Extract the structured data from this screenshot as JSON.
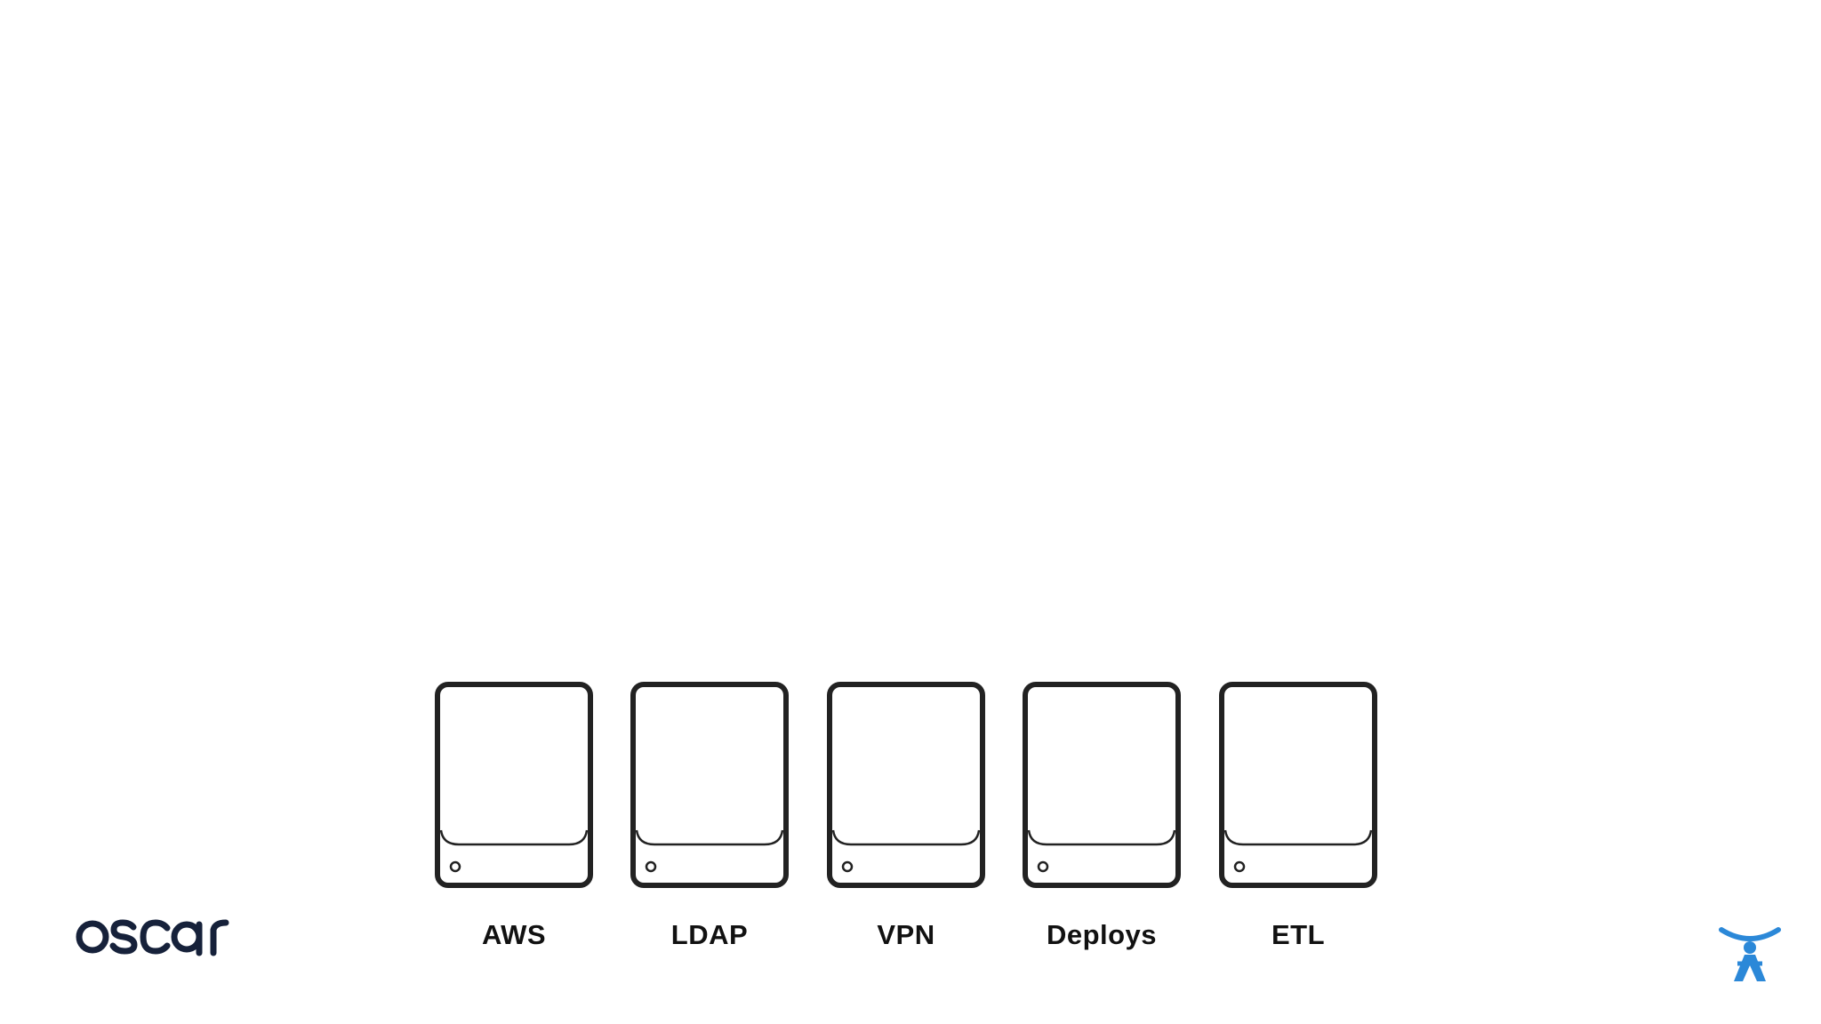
{
  "slide": {
    "brand": {
      "left_logo_text": "oscar",
      "left_logo_color": "#16213a",
      "right_logo_color": "#2b88d8"
    },
    "drives": [
      {
        "label": "AWS"
      },
      {
        "label": "LDAP"
      },
      {
        "label": "VPN"
      },
      {
        "label": "Deploys"
      },
      {
        "label": "ETL"
      }
    ],
    "colors": {
      "drive_stroke": "#222222",
      "background": "#ffffff",
      "label": "#111111"
    }
  }
}
